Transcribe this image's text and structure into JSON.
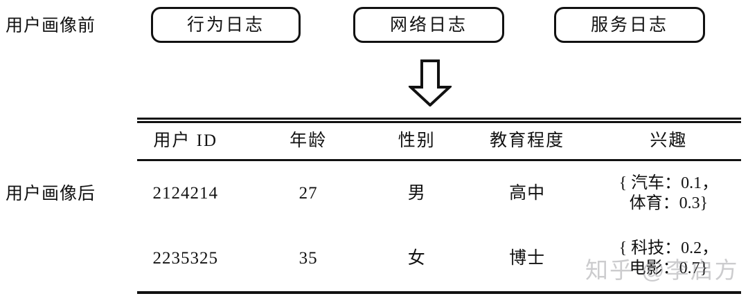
{
  "stages": {
    "before_label": "用户画像前",
    "after_label": "用户画像后"
  },
  "sources": [
    {
      "label": "行为日志"
    },
    {
      "label": "网络日志"
    },
    {
      "label": "服务日志"
    }
  ],
  "arrow": {
    "icon": "down-block-arrow-icon",
    "direction": "down",
    "color": "#111111"
  },
  "table": {
    "headers": [
      "用户 ID",
      "年龄",
      "性别",
      "教育程度",
      "兴趣"
    ],
    "rows": [
      {
        "user_id": "2124214",
        "age": "27",
        "gender": "男",
        "education": "高中",
        "interest": "{ 汽车：0.1，\n体育：0.3}"
      },
      {
        "user_id": "2235325",
        "age": "35",
        "gender": "女",
        "education": "博士",
        "interest": "{ 科技：0.2，\n电影：0.7}"
      }
    ]
  },
  "watermark": {
    "text": "知乎 @李启方"
  },
  "colors": {
    "ink": "#111111",
    "background": "#ffffff",
    "watermark": "#78787d"
  }
}
